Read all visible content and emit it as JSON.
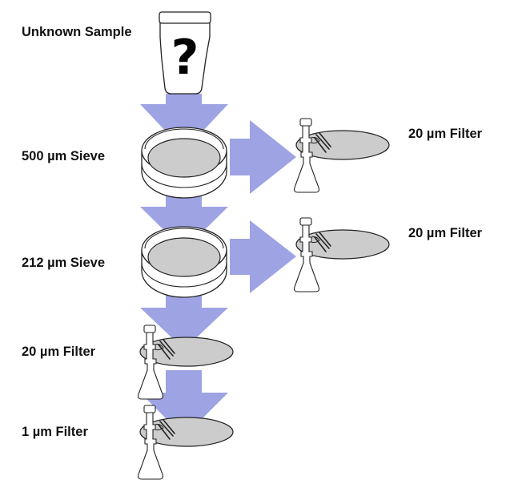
{
  "labels": {
    "unknown_sample": "Unknown Sample",
    "sieve_500": "500 µm Sieve",
    "sieve_212": "212 µm Sieve",
    "filter_20_main": "20 µm Filter",
    "filter_1_main": "1 µm Filter",
    "filter_20_branch_1": "20 µm Filter",
    "filter_20_branch_2": "20 µm Filter"
  },
  "sample_jar": {
    "symbol": "?"
  },
  "colors": {
    "flow_arrow": "#9ea3e4",
    "filter_disc": "#cccccc",
    "outline": "#222222",
    "background": "#ffffff"
  }
}
